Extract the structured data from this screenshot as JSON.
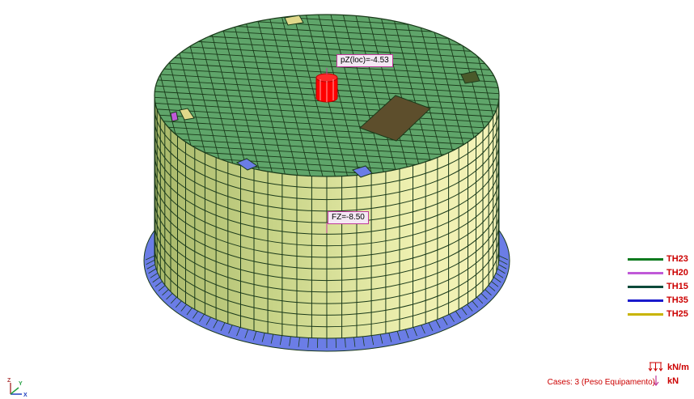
{
  "viewport": {
    "load_labels": {
      "pressure_label": "pZ(loc)=-4.53",
      "force_label": "FZ=-8.50"
    }
  },
  "legend": {
    "items": [
      {
        "label": "TH23",
        "color": "#0b7a1e"
      },
      {
        "label": "TH20",
        "color": "#c05ad8"
      },
      {
        "label": "TH15",
        "color": "#0d4a3a"
      },
      {
        "label": "TH35",
        "color": "#1a1acc"
      },
      {
        "label": "TH25",
        "color": "#c8b400"
      }
    ],
    "units": [
      {
        "label": "kN/m",
        "icon": "distributed-load-icon"
      },
      {
        "label": "kN",
        "icon": "point-load-icon"
      }
    ]
  },
  "status": {
    "cases": "Cases: 3 (Peso Equipamento)"
  },
  "axis_triad": {
    "labels": [
      "Z",
      "Y",
      "X"
    ]
  },
  "colors": {
    "roof": "#5fa56a",
    "wall": "#d8e0a0",
    "base_ring": "#6b7de6",
    "mesh": "#1a3a1a",
    "load": "#ff0000",
    "accent_red": "#cc0000"
  }
}
